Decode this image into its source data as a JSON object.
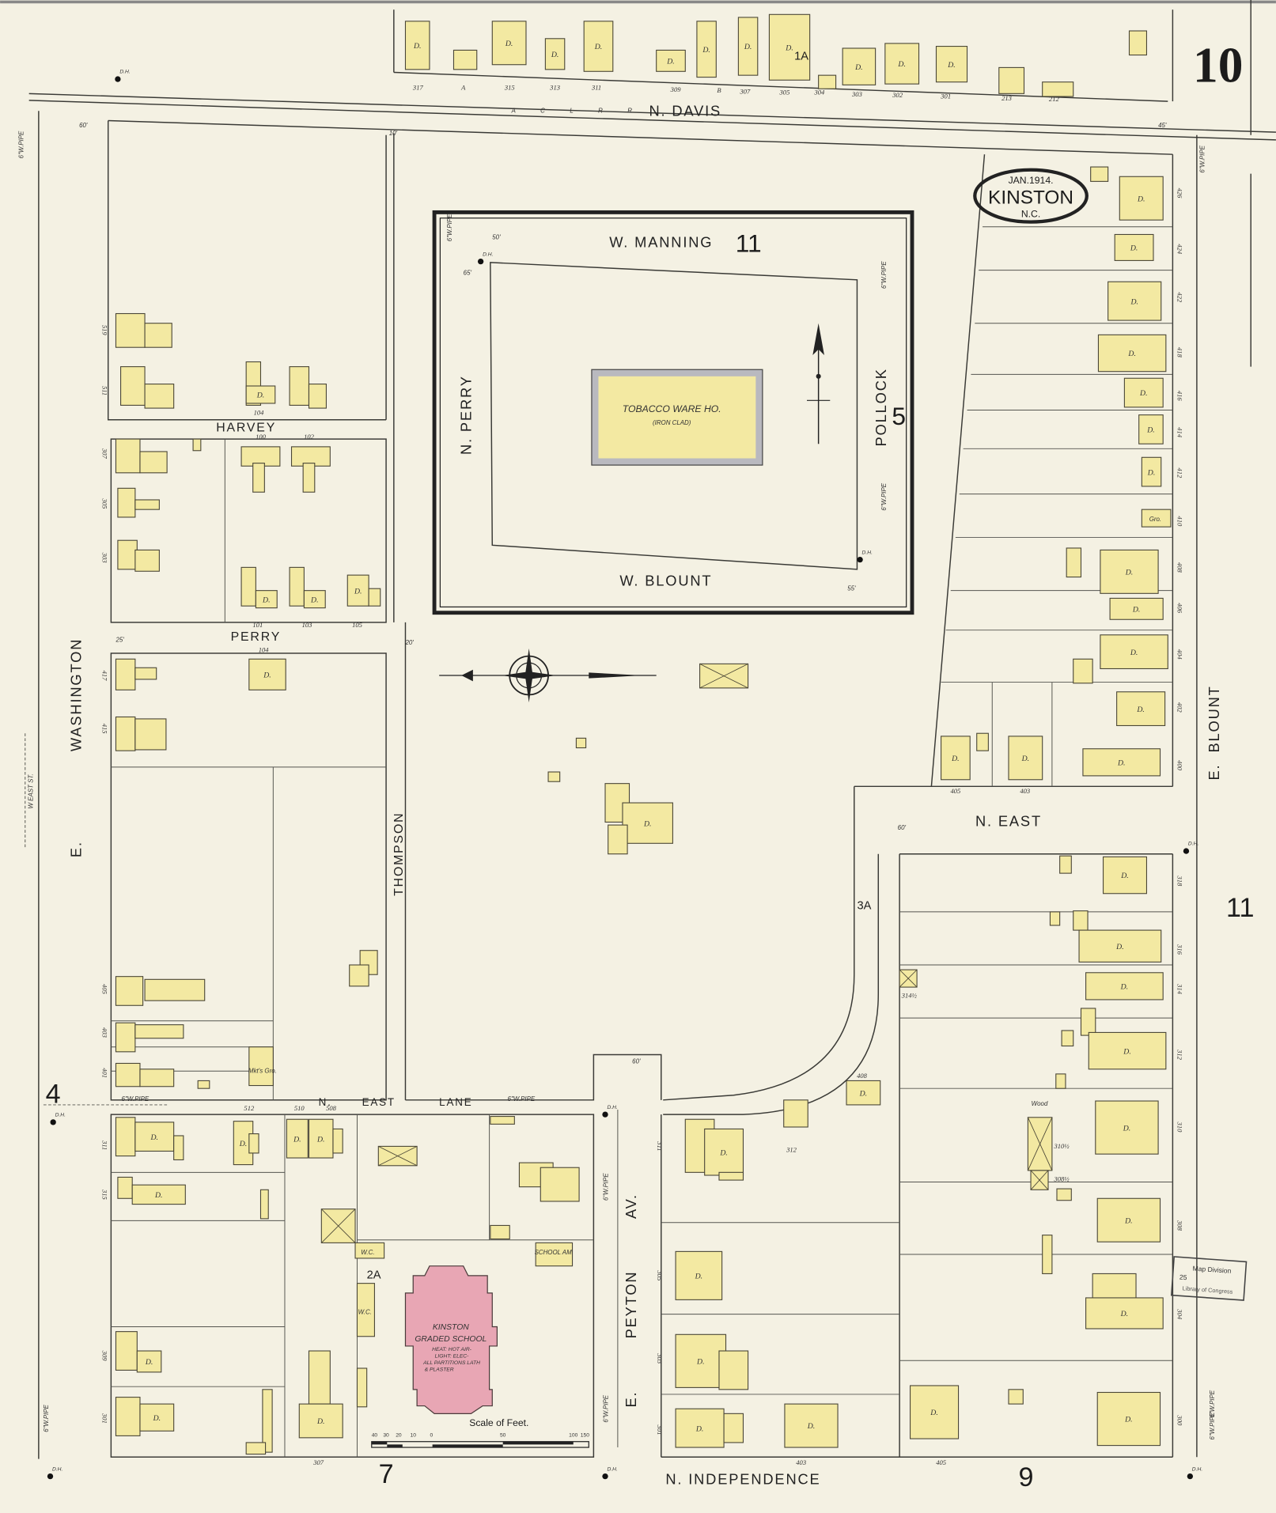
{
  "sheet_number": "10",
  "title_cartouche": {
    "date": "JAN.1914.",
    "city": "KINSTON",
    "state": "N.C."
  },
  "streets": {
    "n_davis": "N. DAVIS",
    "railroad": "A C L R R",
    "w_manning": "W. MANNING",
    "w_blount": "W. BLOUNT",
    "n_perry": "N. PERRY",
    "pollock": "POLLOCK",
    "harvey": "HARVEY",
    "perry": "PERRY",
    "thompson": "THOMPSON",
    "e_washington_prefix": "E.",
    "e_washington": "WASHINGTON",
    "w_east_st": "W EAST ST.",
    "n_east": "N. EAST",
    "n_east_lane_prefix": "N.",
    "n_east_lane_east": "EAST",
    "n_east_lane_lane": "LANE",
    "e_peyton_prefix": "E.",
    "e_peyton": "PEYTON",
    "e_peyton_suffix": "AV.",
    "n_independence": "N. INDEPENDENCE",
    "e_blount_prefix": "E.",
    "e_blount": "BLOUNT"
  },
  "adjoining_sheets": {
    "north_manning": "11",
    "pollock": "5",
    "west": "4",
    "south_left": "7",
    "south_right": "9",
    "east": "11"
  },
  "block_labels": [
    "1A",
    "2A",
    "3A"
  ],
  "dwelling_mark": "D.",
  "tobacco_warehouse": {
    "name": "TOBACCO WARE HO.",
    "note": "(IRON CLAD)"
  },
  "school": {
    "name_line1": "KINSTON",
    "name_line2": "GRADED SCHOOL",
    "notes": [
      "HEAT: HOT AIR-",
      "LIGHT: ELEC-",
      "ALL PARTITIONS LATH",
      "& PLASTER"
    ]
  },
  "building_labels": [
    "Gro.",
    "SCHOOL AM",
    "W.C.",
    "W.C.",
    "Wood",
    "Mkt's Gro."
  ],
  "house_numbers": [
    "317",
    "A",
    "315",
    "313",
    "311",
    "309",
    "B",
    "307",
    "305",
    "304",
    "303",
    "302",
    "301",
    "213",
    "212",
    "426",
    "424",
    "422",
    "418",
    "416",
    "414",
    "412",
    "410",
    "408",
    "406",
    "404",
    "402",
    "400",
    "318",
    "316",
    "314",
    "312",
    "310",
    "308",
    "304",
    "300",
    "405",
    "403",
    "519",
    "511",
    "307",
    "305",
    "303",
    "417",
    "415",
    "405",
    "403",
    "401",
    "311",
    "315",
    "309",
    "301",
    "100",
    "102",
    "104",
    "101",
    "103",
    "105",
    "104",
    "512",
    "510",
    "508",
    "311",
    "305",
    "303",
    "301",
    "403",
    "405",
    "408",
    "312",
    "314½",
    "310½",
    "308½",
    "307"
  ],
  "water_pipe_label": "6\"W.PIPE",
  "hydrant_label": "D.H.",
  "dimensions": [
    "60'",
    "50'",
    "65'",
    "20'",
    "25'",
    "10'",
    "60'",
    "45'",
    "55'",
    "60'"
  ],
  "scale": {
    "title": "Scale of Feet.",
    "ticks": [
      "40",
      "30",
      "20",
      "10",
      "0",
      "50",
      "100",
      "150"
    ]
  },
  "stamp": {
    "line1": "Map Division",
    "line2": "25",
    "line3": "Library of Congress"
  },
  "colors": {
    "paper": "#f4f1e3",
    "frame_dwelling": "#f3e9a2",
    "brick_school": "#e8a6b4",
    "iron_clad_border": "#b9b9bf"
  }
}
